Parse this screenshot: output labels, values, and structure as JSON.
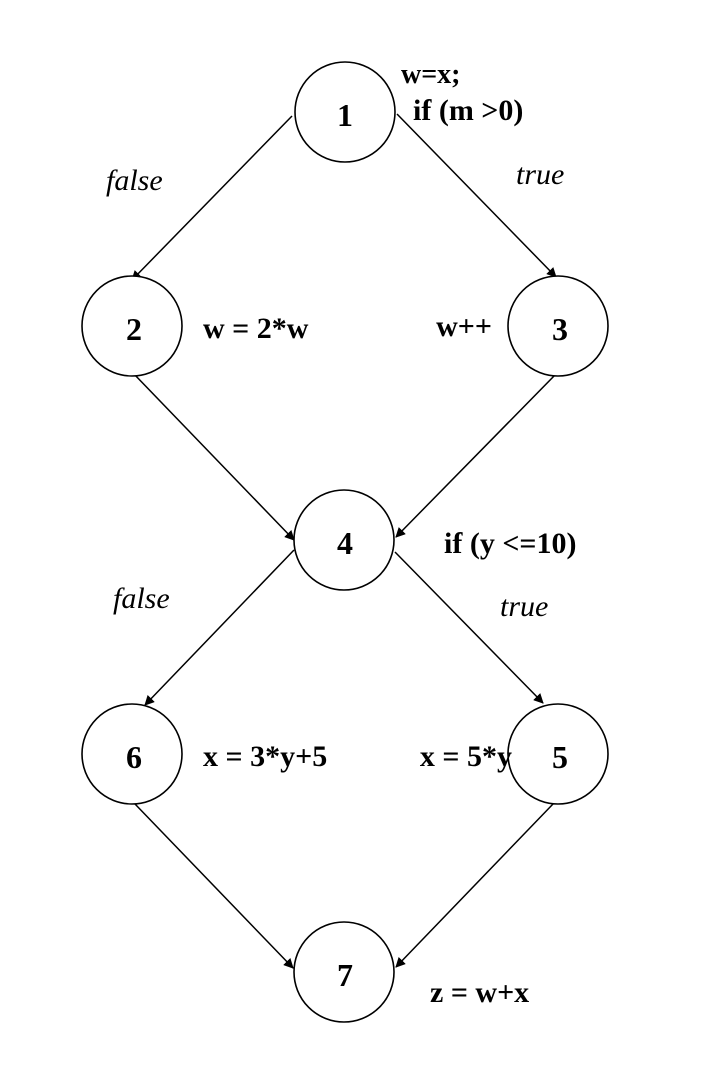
{
  "nodes": {
    "n1": {
      "label": "1",
      "code_line1": "w=x;",
      "code_line2": "if (m >0)"
    },
    "n2": {
      "label": "2",
      "code": "w = 2*w"
    },
    "n3": {
      "label": "3",
      "code": "w++"
    },
    "n4": {
      "label": "4",
      "code": "if (y <=10)"
    },
    "n5": {
      "label": "5",
      "code": "x = 5*y"
    },
    "n6": {
      "label": "6",
      "code": "x = 3*y+5"
    },
    "n7": {
      "label": "7",
      "code": "z = w+x"
    }
  },
  "edges": {
    "e1_2": {
      "label": "false"
    },
    "e1_3": {
      "label": "true"
    },
    "e4_6": {
      "label": "false"
    },
    "e4_5": {
      "label": "true"
    }
  },
  "colors": {
    "stroke": "#000000",
    "background": "#ffffff"
  }
}
